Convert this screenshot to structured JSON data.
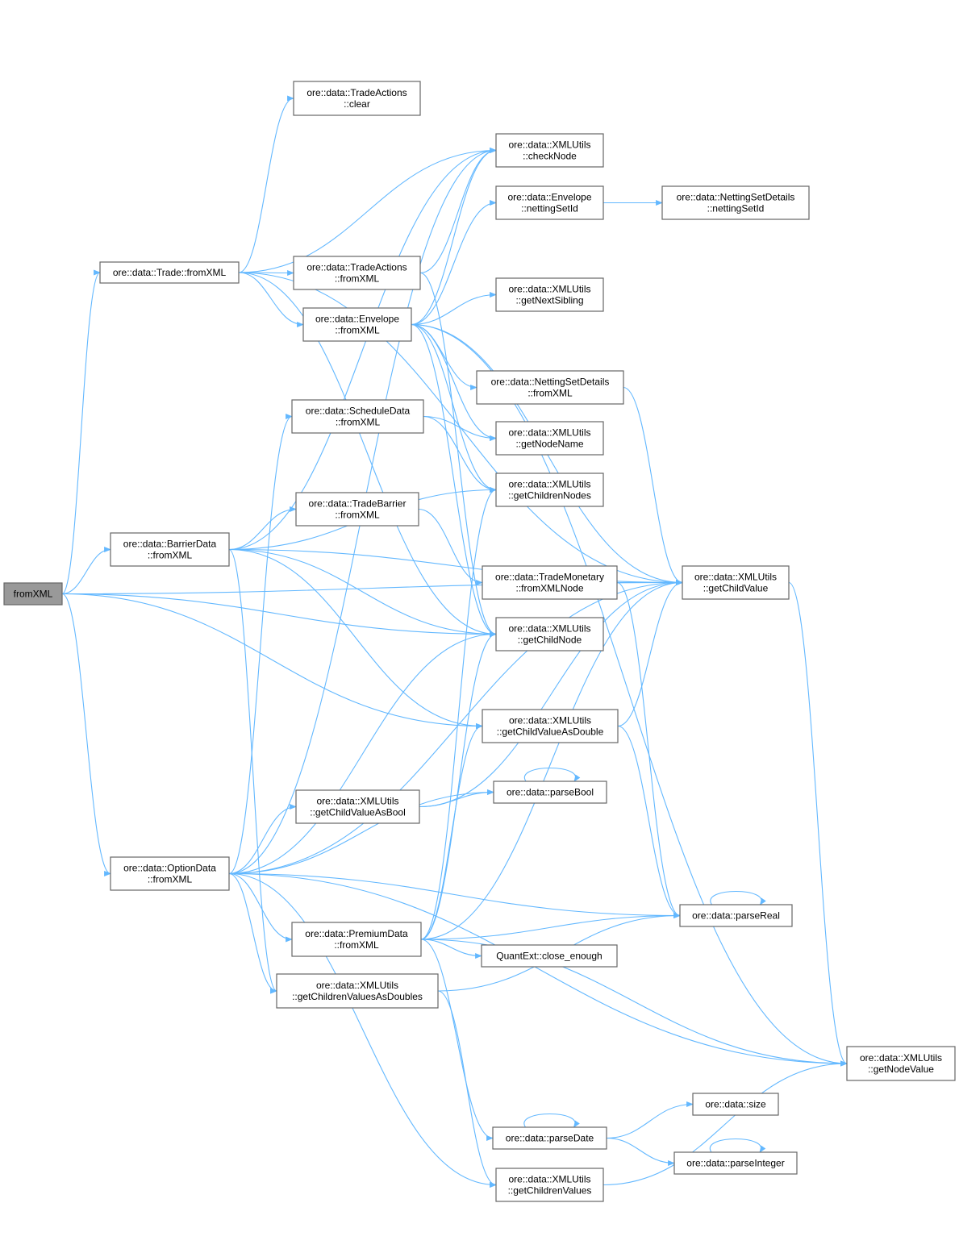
{
  "diagram": {
    "type": "call-graph",
    "edge_color": "#63b8ff",
    "root_fill": "#999999",
    "nodes": [
      {
        "id": "root",
        "lines": [
          "fromXML"
        ]
      },
      {
        "id": "trade",
        "lines": [
          "ore::data::Trade::fromXML"
        ]
      },
      {
        "id": "barrier",
        "lines": [
          "ore::data::BarrierData",
          "::fromXML"
        ]
      },
      {
        "id": "option",
        "lines": [
          "ore::data::OptionData",
          "::fromXML"
        ]
      },
      {
        "id": "taclear",
        "lines": [
          "ore::data::TradeActions",
          "::clear"
        ]
      },
      {
        "id": "checknode",
        "lines": [
          "ore::data::XMLUtils",
          "::checkNode"
        ]
      },
      {
        "id": "envnsid",
        "lines": [
          "ore::data::Envelope",
          "::nettingSetId"
        ]
      },
      {
        "id": "nsdnsid",
        "lines": [
          "ore::data::NettingSetDetails",
          "::nettingSetId"
        ]
      },
      {
        "id": "tafrom",
        "lines": [
          "ore::data::TradeActions",
          "::fromXML"
        ]
      },
      {
        "id": "envfrom",
        "lines": [
          "ore::data::Envelope",
          "::fromXML"
        ]
      },
      {
        "id": "nextsib",
        "lines": [
          "ore::data::XMLUtils",
          "::getNextSibling"
        ]
      },
      {
        "id": "nsdfrom",
        "lines": [
          "ore::data::NettingSetDetails",
          "::fromXML"
        ]
      },
      {
        "id": "sched",
        "lines": [
          "ore::data::ScheduleData",
          "::fromXML"
        ]
      },
      {
        "id": "nodename",
        "lines": [
          "ore::data::XMLUtils",
          "::getNodeName"
        ]
      },
      {
        "id": "childnodes",
        "lines": [
          "ore::data::XMLUtils",
          "::getChildrenNodes"
        ]
      },
      {
        "id": "tbarrier",
        "lines": [
          "ore::data::TradeBarrier",
          "::fromXML"
        ]
      },
      {
        "id": "tmonetary",
        "lines": [
          "ore::data::TradeMonetary",
          "::fromXMLNode"
        ]
      },
      {
        "id": "childvalue",
        "lines": [
          "ore::data::XMLUtils",
          "::getChildValue"
        ]
      },
      {
        "id": "childnode",
        "lines": [
          "ore::data::XMLUtils",
          "::getChildNode"
        ]
      },
      {
        "id": "cvdouble",
        "lines": [
          "ore::data::XMLUtils",
          "::getChildValueAsDouble"
        ]
      },
      {
        "id": "parsebool",
        "lines": [
          "ore::data::parseBool"
        ]
      },
      {
        "id": "cvbool",
        "lines": [
          "ore::data::XMLUtils",
          "::getChildValueAsBool"
        ]
      },
      {
        "id": "premium",
        "lines": [
          "ore::data::PremiumData",
          "::fromXML"
        ]
      },
      {
        "id": "parsereal",
        "lines": [
          "ore::data::parseReal"
        ]
      },
      {
        "id": "closeenough",
        "lines": [
          "QuantExt::close_enough"
        ]
      },
      {
        "id": "cvsdoubles",
        "lines": [
          "ore::data::XMLUtils",
          "::getChildrenValuesAsDoubles"
        ]
      },
      {
        "id": "nodevalue",
        "lines": [
          "ore::data::XMLUtils",
          "::getNodeValue"
        ]
      },
      {
        "id": "size",
        "lines": [
          "ore::data::size"
        ]
      },
      {
        "id": "parsedate",
        "lines": [
          "ore::data::parseDate"
        ]
      },
      {
        "id": "parseint",
        "lines": [
          "ore::data::parseInteger"
        ]
      },
      {
        "id": "cvalues",
        "lines": [
          "ore::data::XMLUtils",
          "::getChildrenValues"
        ]
      }
    ],
    "edges": [
      [
        "root",
        "trade"
      ],
      [
        "root",
        "barrier"
      ],
      [
        "root",
        "option"
      ],
      [
        "root",
        "childnode"
      ],
      [
        "root",
        "cvdouble"
      ],
      [
        "root",
        "childvalue"
      ],
      [
        "trade",
        "taclear"
      ],
      [
        "trade",
        "checknode"
      ],
      [
        "trade",
        "tafrom"
      ],
      [
        "trade",
        "envfrom"
      ],
      [
        "trade",
        "childvalue"
      ],
      [
        "trade",
        "childnode"
      ],
      [
        "tafrom",
        "checknode"
      ],
      [
        "tafrom",
        "childnode"
      ],
      [
        "envfrom",
        "checknode"
      ],
      [
        "envfrom",
        "envnsid"
      ],
      [
        "envfrom",
        "nextsib"
      ],
      [
        "envfrom",
        "nodevalue"
      ],
      [
        "envfrom",
        "childvalue"
      ],
      [
        "envfrom",
        "nsdfrom"
      ],
      [
        "envfrom",
        "nodename"
      ],
      [
        "envfrom",
        "childnodes"
      ],
      [
        "envfrom",
        "childnode"
      ],
      [
        "envnsid",
        "nsdnsid"
      ],
      [
        "nsdfrom",
        "childvalue"
      ],
      [
        "sched",
        "nodename"
      ],
      [
        "sched",
        "childnodes"
      ],
      [
        "barrier",
        "tbarrier"
      ],
      [
        "barrier",
        "checknode"
      ],
      [
        "barrier",
        "childnodes"
      ],
      [
        "barrier",
        "childvalue"
      ],
      [
        "barrier",
        "childnode"
      ],
      [
        "barrier",
        "cvdouble"
      ],
      [
        "barrier",
        "cvsdoubles"
      ],
      [
        "tbarrier",
        "tmonetary"
      ],
      [
        "tmonetary",
        "childvalue"
      ],
      [
        "tmonetary",
        "parsereal"
      ],
      [
        "childvalue",
        "nodevalue"
      ],
      [
        "cvdouble",
        "childvalue"
      ],
      [
        "cvdouble",
        "parsereal"
      ],
      [
        "cvbool",
        "childvalue"
      ],
      [
        "cvbool",
        "parsebool"
      ],
      [
        "option",
        "checknode"
      ],
      [
        "option",
        "sched"
      ],
      [
        "option",
        "cvbool"
      ],
      [
        "option",
        "parsebool"
      ],
      [
        "option",
        "childvalue"
      ],
      [
        "option",
        "childnode"
      ],
      [
        "option",
        "premium"
      ],
      [
        "option",
        "cvsdoubles"
      ],
      [
        "option",
        "parsereal"
      ],
      [
        "option",
        "cvalues"
      ],
      [
        "option",
        "nodevalue"
      ],
      [
        "premium",
        "childnodes"
      ],
      [
        "premium",
        "childnode"
      ],
      [
        "premium",
        "cvdouble"
      ],
      [
        "premium",
        "childvalue"
      ],
      [
        "premium",
        "parsereal"
      ],
      [
        "premium",
        "closeenough"
      ],
      [
        "premium",
        "nodevalue"
      ],
      [
        "premium",
        "parsedate"
      ],
      [
        "cvsdoubles",
        "parsereal"
      ],
      [
        "cvsdoubles",
        "cvalues"
      ],
      [
        "parsedate",
        "size"
      ],
      [
        "parsedate",
        "parseint"
      ],
      [
        "cvalues",
        "nodevalue"
      ],
      [
        "parsereal",
        "parsereal"
      ],
      [
        "parsebool",
        "parsebool"
      ],
      [
        "parsedate",
        "parsedate"
      ],
      [
        "parseint",
        "parseint"
      ]
    ]
  }
}
